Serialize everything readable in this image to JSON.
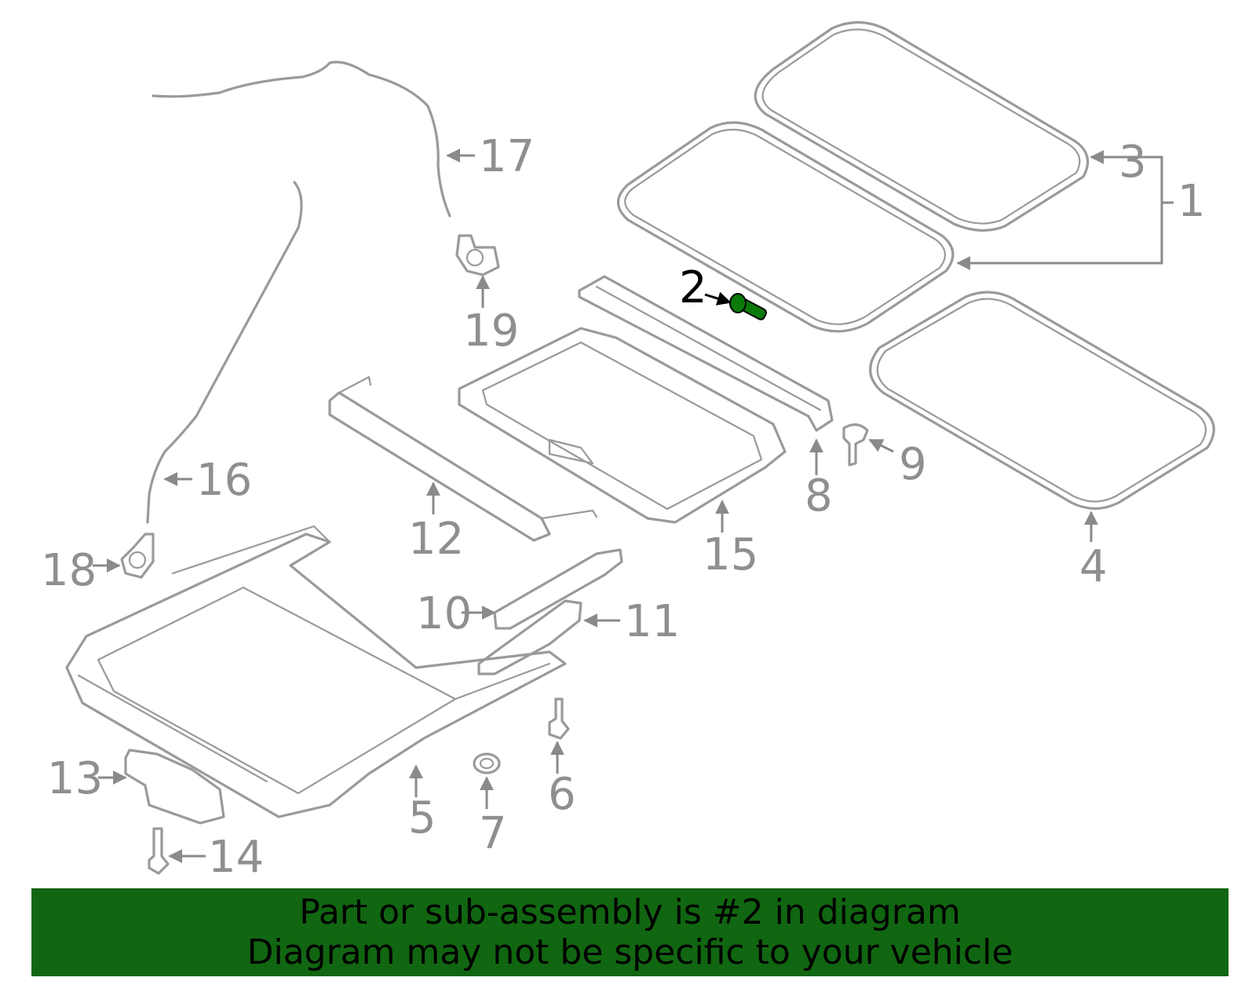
{
  "diagram": {
    "highlighted_part": "2",
    "highlight_color": "#0a7a0a",
    "callouts": [
      "1",
      "2",
      "3",
      "4",
      "5",
      "6",
      "7",
      "8",
      "9",
      "10",
      "11",
      "12",
      "13",
      "14",
      "15",
      "16",
      "17",
      "18",
      "19"
    ]
  },
  "banner": {
    "line1": "Part or sub-assembly is #2 in diagram",
    "line2": "Diagram may not be specific to your vehicle",
    "background": "#116611"
  }
}
